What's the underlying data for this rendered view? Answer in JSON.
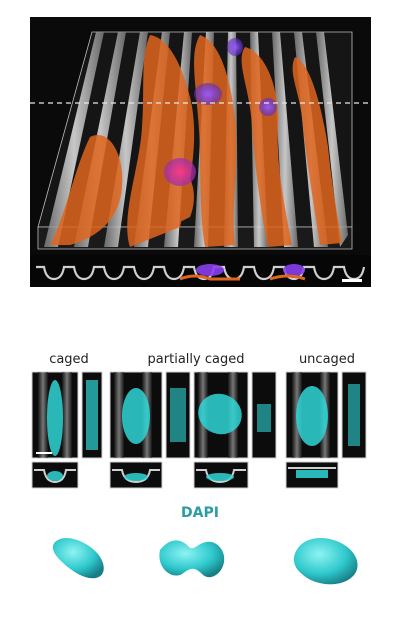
{
  "panels": {
    "labels": {
      "caged": "caged",
      "partially_caged": "partially caged",
      "uncaged": "uncaged",
      "dapi": "DAPI"
    }
  },
  "colors": {
    "background": "#ffffff",
    "microscopy_bg": "#0a0a0a",
    "ridge": "#cfcfcf",
    "cell_orange": "#e0661f",
    "nucleus_purple": "#7a3fe0",
    "nucleus_pink": "#d0286a",
    "dapi_cyan": "#2fd6d6",
    "dapi_label": "#2a9da3"
  }
}
